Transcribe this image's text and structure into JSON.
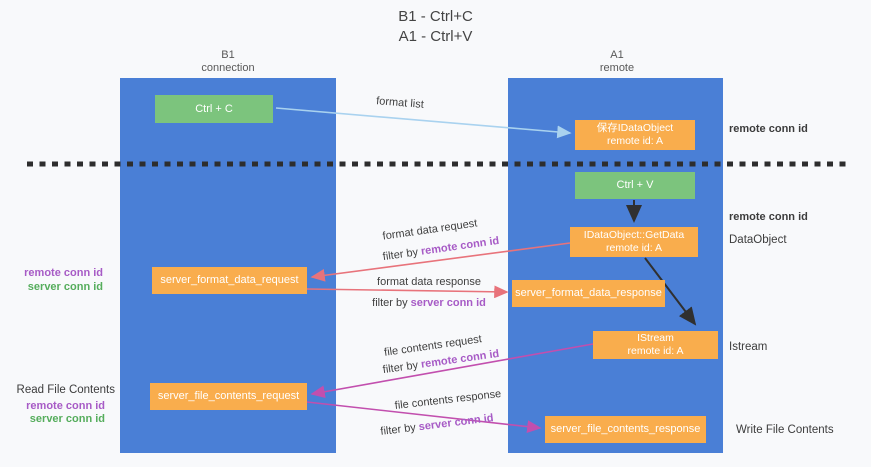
{
  "title": {
    "line1": "B1 - Ctrl+C",
    "line2": "A1 - Ctrl+V"
  },
  "columns": {
    "left": {
      "name": "B1",
      "subtitle": "connection"
    },
    "right": {
      "name": "A1",
      "subtitle": "remote"
    }
  },
  "boxes": {
    "ctrl_c": "Ctrl + C",
    "ctrl_v": "Ctrl + V",
    "save_dataobject": {
      "line1": "保存IDataObject",
      "line2": "remote id: A"
    },
    "getdata": {
      "line1": "IDataObject::GetData",
      "line2": "remote id: A"
    },
    "istream": {
      "line1": "IStream",
      "line2": "remote id: A"
    },
    "server_format_data_request": "server_format_data_request",
    "server_format_data_response": "server_format_data_response",
    "server_file_contents_request": "server_file_contents_request",
    "server_file_contents_response": "server_file_contents_response"
  },
  "arrow_labels": {
    "format_list": "format list",
    "format_data_request": "format data request",
    "format_data_response": "format data response",
    "file_contents_request": "file contents request",
    "file_contents_response": "file contents response",
    "filter_by": "filter by "
  },
  "labels": {
    "remote_conn_id": "remote conn id",
    "server_conn_id": "server conn id"
  },
  "side": {
    "dataobject": "DataObject",
    "istream": "Istream",
    "read_file_contents": "Read File Contents",
    "write_file_contents": "Write File Contents"
  },
  "colors": {
    "lane_blue": "#4a7fd6",
    "box_green": "#7cc47d",
    "box_orange": "#f9ad4d",
    "purple_label": "#a75bc6",
    "green_label": "#55ad5c",
    "arrow_red": "#e8737b",
    "arrow_magenta": "#c24fae",
    "arrow_blue": "#a9d2ef",
    "arrow_black": "#303030"
  }
}
